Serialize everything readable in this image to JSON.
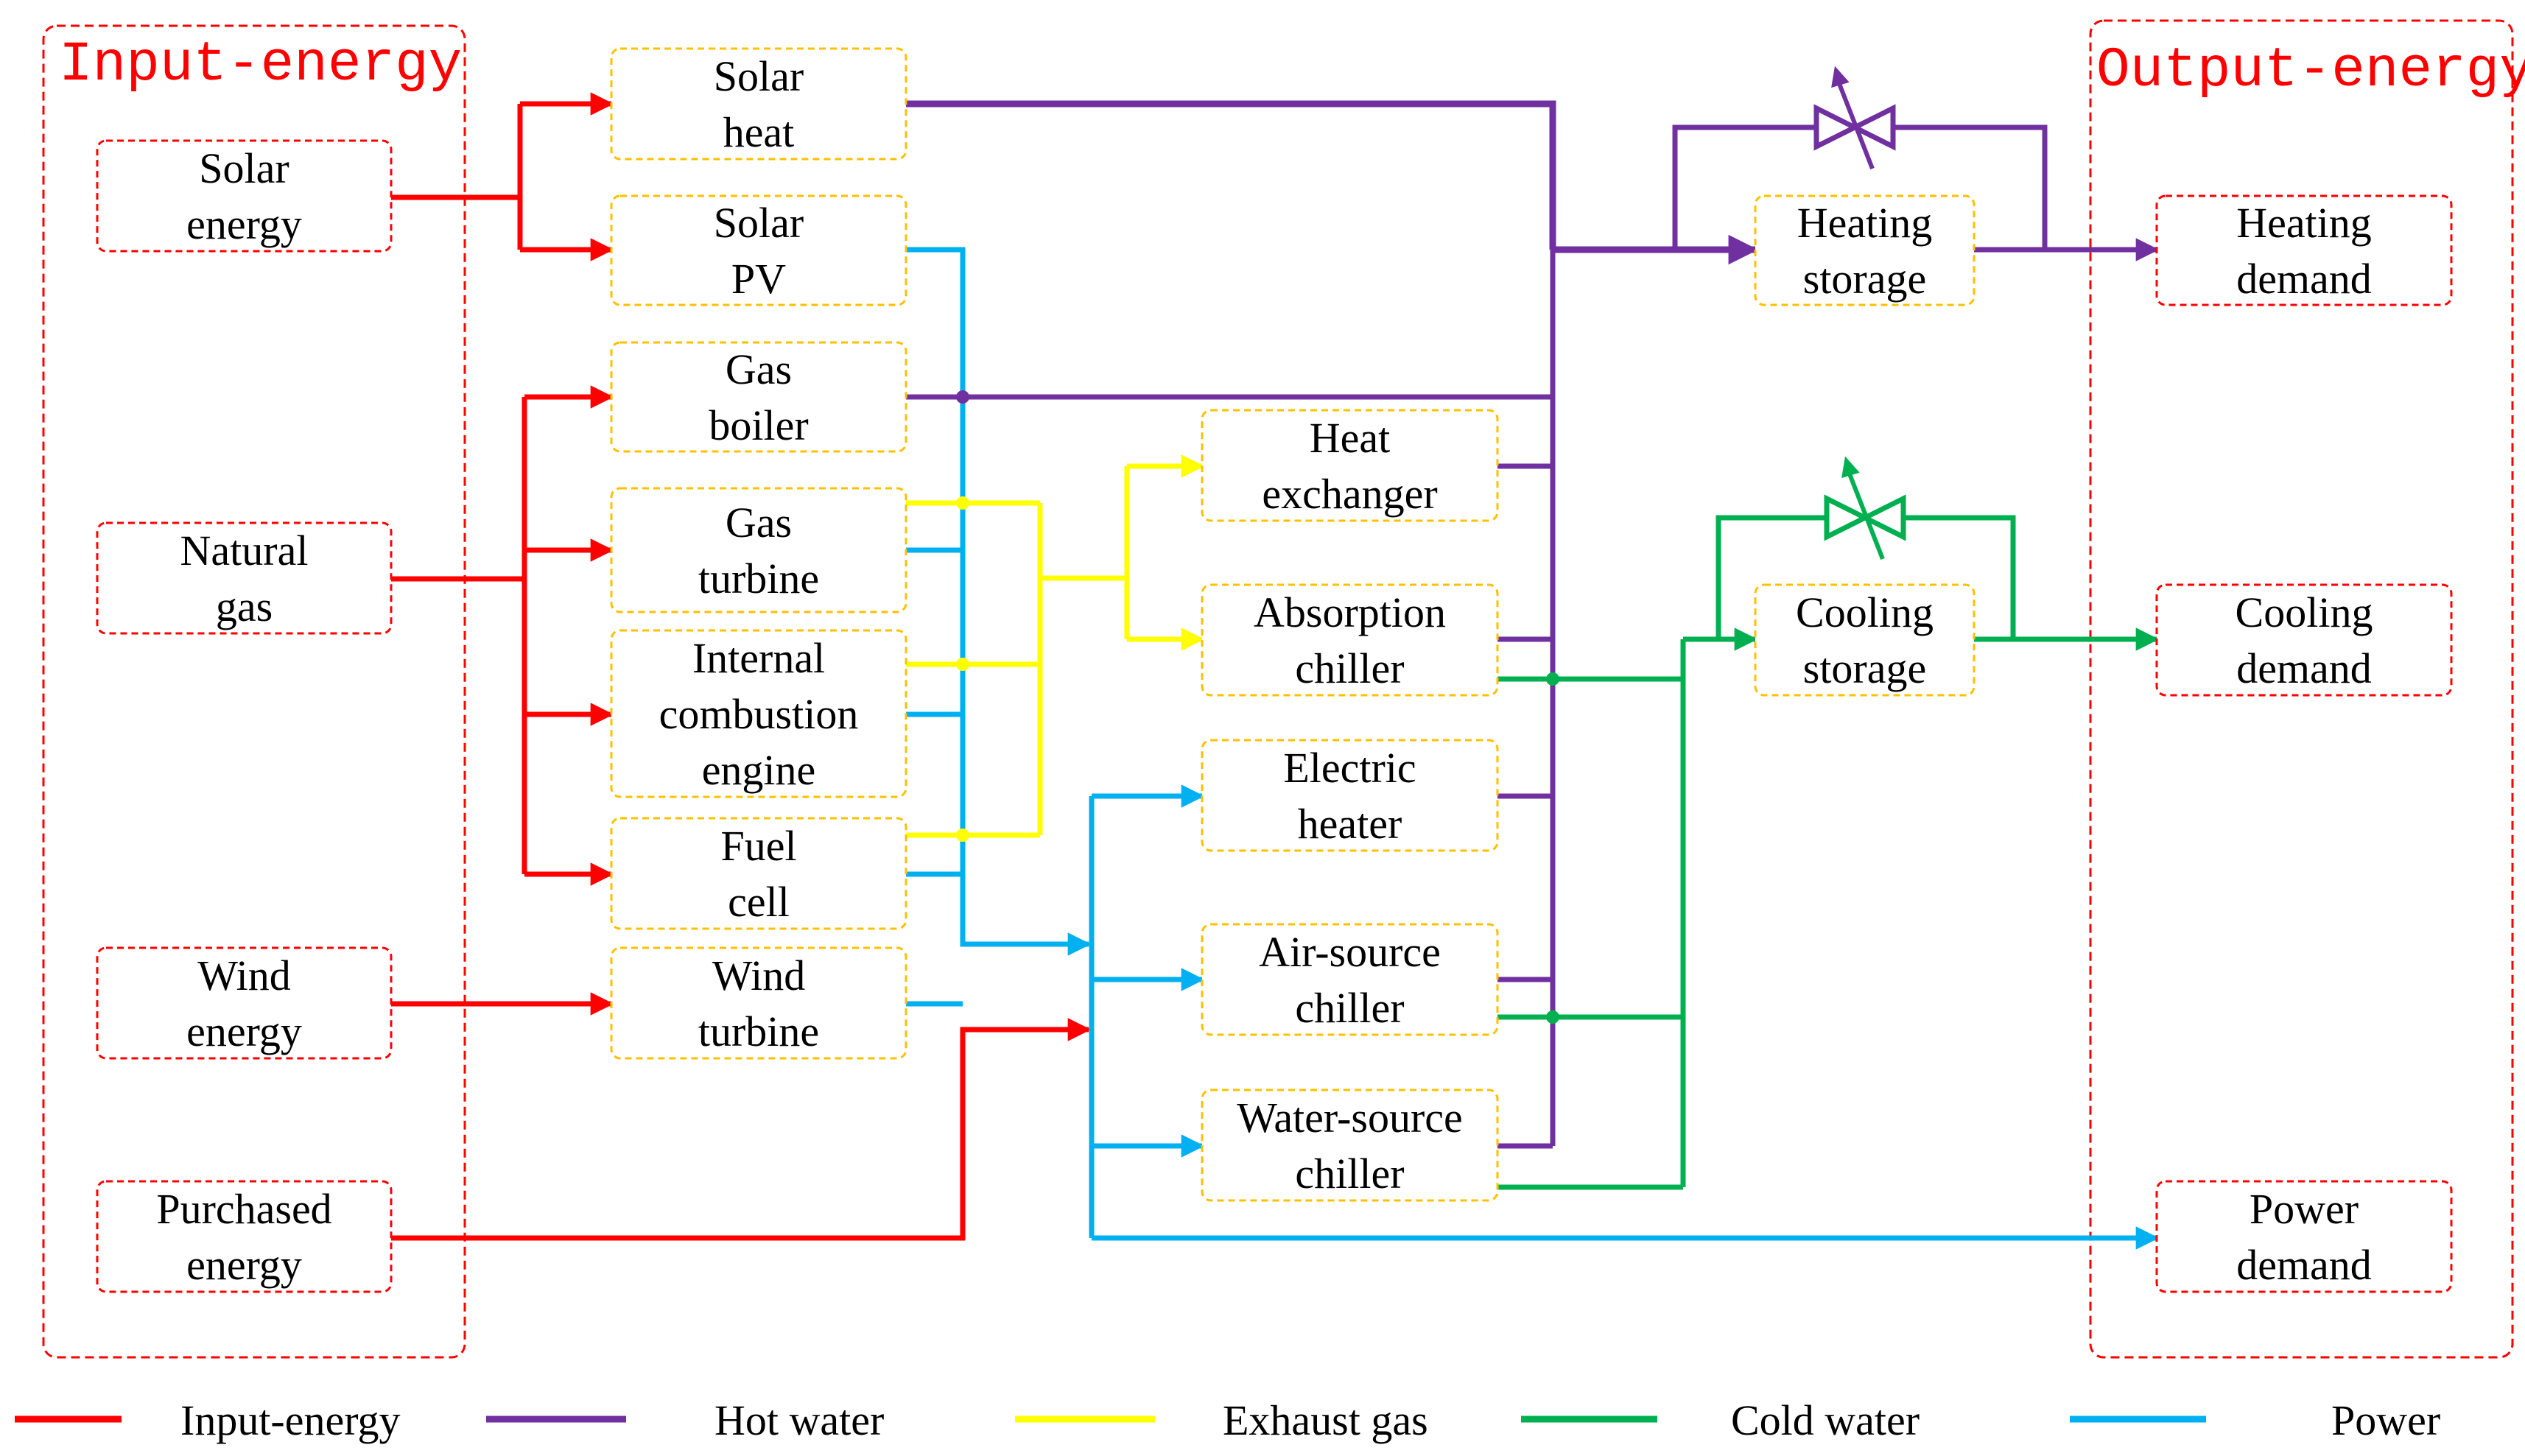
{
  "colors": {
    "input_energy": "#ff0000",
    "hot_water": "#7030a0",
    "exhaust_gas": "#ffff00",
    "cold_water": "#00b050",
    "power": "#00b0f0",
    "source_box_border": "#ff0000",
    "device_box_border": "#ffc000"
  },
  "groups": {
    "input": {
      "title": "Input-energy"
    },
    "output": {
      "title": "Output-energy"
    }
  },
  "sources": [
    {
      "id": "solar-energy",
      "lines": [
        "Solar",
        "energy"
      ]
    },
    {
      "id": "natural-gas",
      "lines": [
        "Natural",
        "gas"
      ]
    },
    {
      "id": "wind-energy",
      "lines": [
        "Wind",
        "energy"
      ]
    },
    {
      "id": "purchased-energy",
      "lines": [
        "Purchased",
        "energy"
      ]
    }
  ],
  "devices": [
    {
      "id": "solar-heat",
      "lines": [
        "Solar",
        "heat"
      ]
    },
    {
      "id": "solar-pv",
      "lines": [
        "Solar",
        "PV"
      ]
    },
    {
      "id": "gas-boiler",
      "lines": [
        "Gas",
        "boiler"
      ]
    },
    {
      "id": "gas-turbine",
      "lines": [
        "Gas",
        "turbine"
      ]
    },
    {
      "id": "internal-combustion-engine",
      "lines": [
        "Internal",
        "combustion",
        "engine"
      ]
    },
    {
      "id": "fuel-cell",
      "lines": [
        "Fuel",
        "cell"
      ]
    },
    {
      "id": "wind-turbine",
      "lines": [
        "Wind",
        "turbine"
      ]
    },
    {
      "id": "heat-exchanger",
      "lines": [
        "Heat",
        "exchanger"
      ]
    },
    {
      "id": "absorption-chiller",
      "lines": [
        "Absorption",
        "chiller"
      ]
    },
    {
      "id": "electric-heater",
      "lines": [
        "Electric",
        "heater"
      ]
    },
    {
      "id": "air-source-chiller",
      "lines": [
        "Air-source",
        "chiller"
      ]
    },
    {
      "id": "water-source-chiller",
      "lines": [
        "Water-source",
        "chiller"
      ]
    },
    {
      "id": "heating-storage",
      "lines": [
        "Heating",
        "storage"
      ]
    },
    {
      "id": "cooling-storage",
      "lines": [
        "Cooling",
        "storage"
      ]
    }
  ],
  "demands": [
    {
      "id": "heating-demand",
      "lines": [
        "Heating",
        "demand"
      ]
    },
    {
      "id": "cooling-demand",
      "lines": [
        "Cooling",
        "demand"
      ]
    },
    {
      "id": "power-demand",
      "lines": [
        "Power",
        "demand"
      ]
    }
  ],
  "legend": [
    {
      "id": "input-energy",
      "label": "Input-energy",
      "color": "#ff0000"
    },
    {
      "id": "hot-water",
      "label": "Hot water",
      "color": "#7030a0"
    },
    {
      "id": "exhaust-gas",
      "label": "Exhaust gas",
      "color": "#ffff00"
    },
    {
      "id": "cold-water",
      "label": "Cold water",
      "color": "#00b050"
    },
    {
      "id": "power",
      "label": "Power",
      "color": "#00b0f0"
    }
  ]
}
